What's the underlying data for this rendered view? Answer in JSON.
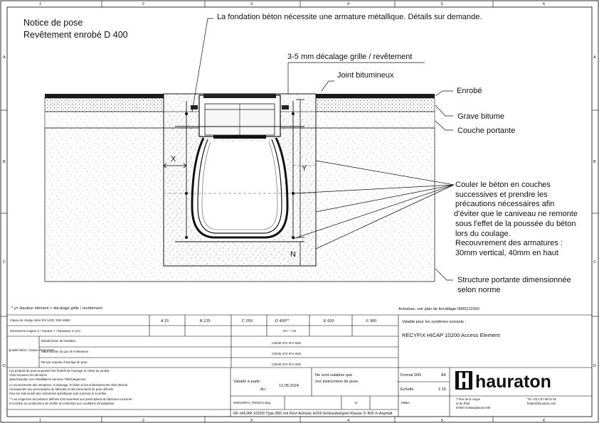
{
  "frame": {
    "columns": [
      "1",
      "2",
      "3",
      "4",
      "5",
      "6"
    ],
    "rows": [
      "A",
      "B",
      "C",
      "D"
    ]
  },
  "title": {
    "line1": "Notice de pose",
    "line2": "Revêtement enrobé D 400"
  },
  "callouts": {
    "foundation": "La fondation béton nécessite une armature métallique. Détails sur demande.",
    "offset": "3-5 mm décalage grille / revêtement",
    "joint": "Joint bitumineux",
    "enrobe": "Enrobé",
    "grave": "Grave bitume",
    "couche": "Couche portante",
    "beton": [
      "Couler le béton en couches",
      "successives et prendre les",
      "précautions nécessaires afin",
      "d'éviter que le caniveau ne remonte",
      "sous l'effet de la poussée du béton",
      "lors du coulage.",
      "Recouvrement des armatures :",
      "30mm vertical, 40mm en haut"
    ],
    "structure": [
      "Structure portante dimensionnée",
      "selon norme"
    ]
  },
  "dimensions": {
    "x": "X",
    "y": "Y",
    "n": "N"
  },
  "notes": {
    "footnote": "* y= Hauteur élément + décalage grille / revêtement",
    "armature": "Armature, voir plan de ferraillage 0000122950"
  },
  "classes": {
    "row_label": "Classe de charge selon EN 1433 / DIN 19580",
    "items": [
      "A 15",
      "B 125",
      "C 250",
      "D 400**",
      "E 600",
      "F 900"
    ],
    "dims_label": "Dimensions  Largeur X / Hauteur Y / Épaisseur Z (cm)",
    "dims_value": "20 / * / 20",
    "concrete_header": "Qualité béton / Classe d'exposition",
    "concrete_rows": [
      {
        "label": "Détails béton de fondation",
        "value": "C35/45 XF3 XF4 XM2"
      },
      {
        "label": "Sous-couche du gaz de revêtement",
        "value": "C35/45 XF3 XF4 XM2"
      },
      {
        "label": "Renvoi carpette d'ouvrage de pose",
        "value": "C35/45 XF3 XF4 XM2"
      }
    ]
  },
  "valid_for": {
    "label": "Valable pour les systèmes suivants :",
    "system": "RECYFIX HICAP 10200 Access Element"
  },
  "disclaimer": [
    "Les produits de pose proposés font l'intérêt de l'ouvrage et visent au produit.",
    "Vous trouverez les dernières",
    "www.hauraton.com  Installations  Services  Téléchargement",
    "Le recouvrement des armatures, le drainage, le béton et les enfouissements réels doivent",
    "correspondre aux prescriptions du fabricant et des documents de pose officiels.",
    "Pour les sols lourds des contraintes spécifiques sont à prévoir et à vérifier.",
    "** Les exigences de portance définies sont soumises aux prescriptions du fabricant concerné.",
    "Il incombe au constructeur de vérifier la conformité aux conditions d'exploitation."
  ],
  "validity": {
    "label1": "Valable à partir",
    "label2": "du :",
    "date": "12.05.2024",
    "note1": "Ne sont valables que",
    "note2": "nos instructions de pose."
  },
  "drawing": {
    "number": "0000103972_FRENCH.dwg",
    "index": "14",
    "author": "EBBm",
    "caption": "RF-HICAP-10200 Type 850 mit Revi Aufsatz H200 Einbaubeispiel Klasse D 400 in Asphalt"
  },
  "format": {
    "label": "Format DIN",
    "value": "A4",
    "scale_label": "Échelle",
    "scale_value": "1:15"
  },
  "company": {
    "name": "hauraton",
    "address": [
      "7 Rue de la coupe",
      "ZI de Rind",
      "67500 Schweighouse s/M"
    ],
    "tel": "Tél +33 3 67 68 01 52",
    "email": "fridier@hauraton.com"
  }
}
